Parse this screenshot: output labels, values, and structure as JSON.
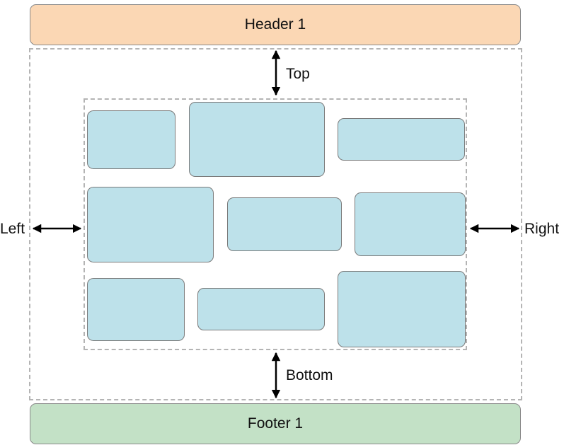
{
  "header": {
    "label": "Header 1"
  },
  "footer": {
    "label": "Footer 1"
  },
  "margins": {
    "top": "Top",
    "bottom": "Bottom",
    "left": "Left",
    "right": "Right"
  },
  "colors": {
    "header_fill": "#fbd7b4",
    "footer_fill": "#c3e1c6",
    "cell_fill": "#bde1ea",
    "dashed_border": "#b4b4b4"
  },
  "cells": [
    {
      "id": "cell-1"
    },
    {
      "id": "cell-2"
    },
    {
      "id": "cell-3"
    },
    {
      "id": "cell-4"
    },
    {
      "id": "cell-5"
    },
    {
      "id": "cell-6"
    },
    {
      "id": "cell-7"
    },
    {
      "id": "cell-8"
    },
    {
      "id": "cell-9"
    }
  ]
}
